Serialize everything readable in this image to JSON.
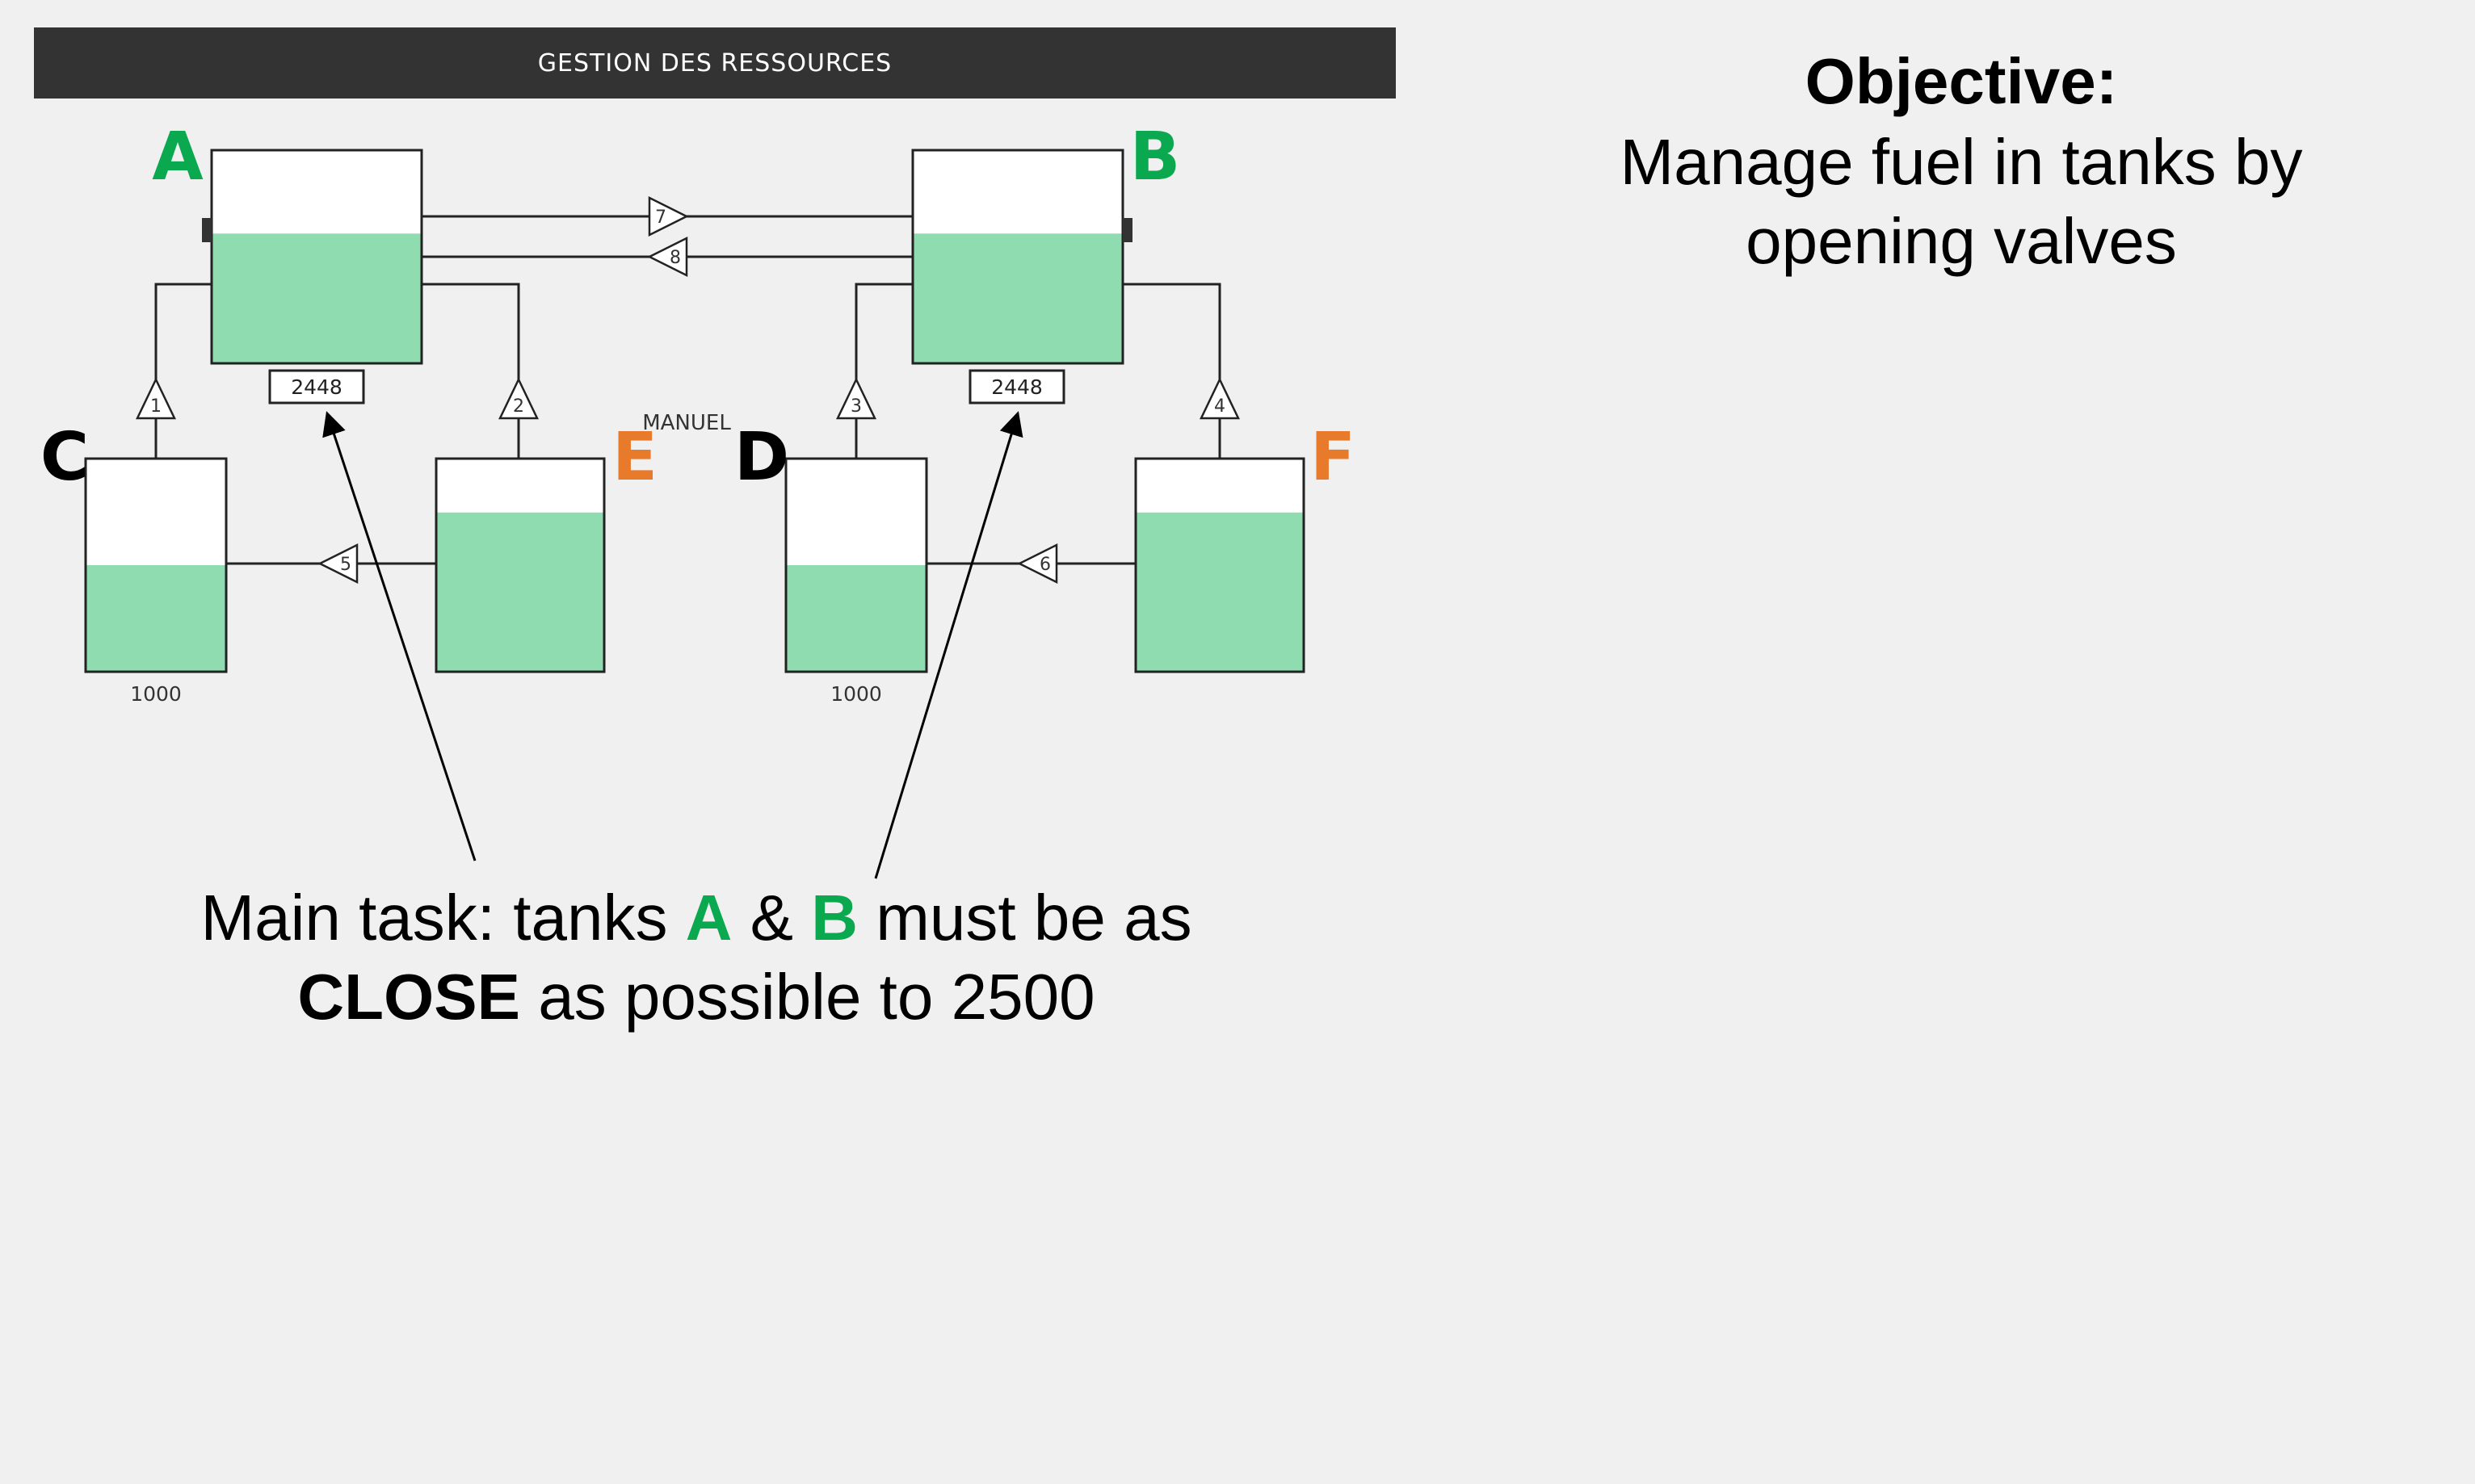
{
  "header": {
    "title": "GESTION DES RESSOURCES"
  },
  "mode_label": "MANUEL",
  "colors": {
    "main_tank_letter": "#0aa84f",
    "supply_tank_letter": "#e87a2c",
    "reserve_tank_letter": "#000000",
    "fuel_fill": "#8fdcb0",
    "header_bg": "#333333"
  },
  "tanks": {
    "A": {
      "label": "A",
      "readout": "2448",
      "fill_fraction": 0.61
    },
    "B": {
      "label": "B",
      "readout": "2448",
      "fill_fraction": 0.61
    },
    "C": {
      "label": "C",
      "capacity_label": "1000",
      "fill_fraction": 0.5
    },
    "D": {
      "label": "D",
      "capacity_label": "1000",
      "fill_fraction": 0.5
    },
    "E": {
      "label": "E",
      "fill_fraction": 0.75
    },
    "F": {
      "label": "F",
      "fill_fraction": 0.75
    }
  },
  "valves": {
    "v1": "1",
    "v2": "2",
    "v3": "3",
    "v4": "4",
    "v5": "5",
    "v6": "6",
    "v7": "7",
    "v8": "8"
  },
  "annotation": {
    "line1_prefix": "Main task: tanks ",
    "line1_a": "A",
    "line1_amp": " & ",
    "line1_b": "B",
    "line1_suffix": " must be as",
    "line2_bold": "CLOSE",
    "line2_rest": " as possible to 2500"
  },
  "objective": {
    "title": "Objective:",
    "line1": "Manage fuel in tanks by",
    "line2": "opening valves"
  }
}
